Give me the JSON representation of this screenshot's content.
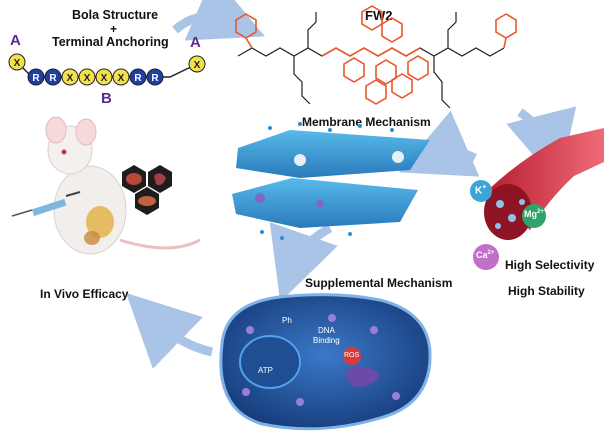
{
  "bola": {
    "title_line1": "Bola Structure",
    "plus": "+",
    "title_line2": "Terminal Anchoring",
    "label_a_left": "A",
    "label_a_right": "A",
    "label_b": "B",
    "chain": [
      "X",
      "R",
      "R",
      "X",
      "X",
      "X",
      "X",
      "R",
      "R",
      "X"
    ],
    "colors": {
      "x_fill": "#f2e14a",
      "r_fill": "#1f3fa6",
      "letter_purple": "#5b2c8e"
    }
  },
  "molecule": {
    "name": "FW2",
    "accent_color": "#e8562a"
  },
  "labels": {
    "membrane": "Membrane Mechanism",
    "supplemental": "Supplemental Mechanism",
    "in_vivo": "In Vivo Efficacy",
    "selectivity": "High Selectivity",
    "stability": "High Stability"
  },
  "ions": [
    {
      "symbol": "K",
      "charge": "+",
      "color": "#3aa6d8"
    },
    {
      "symbol": "Mg",
      "charge": "2+",
      "color": "#2fa36a"
    },
    {
      "symbol": "Ca",
      "charge": "2+",
      "color": "#c070c8"
    }
  ],
  "cell": {
    "label_ph": "Ph",
    "label_dna": "DNA",
    "label_binding": "Binding",
    "label_atp": "ATP",
    "label_ros": "ROS"
  },
  "arrow_color": "#a9c4e6"
}
